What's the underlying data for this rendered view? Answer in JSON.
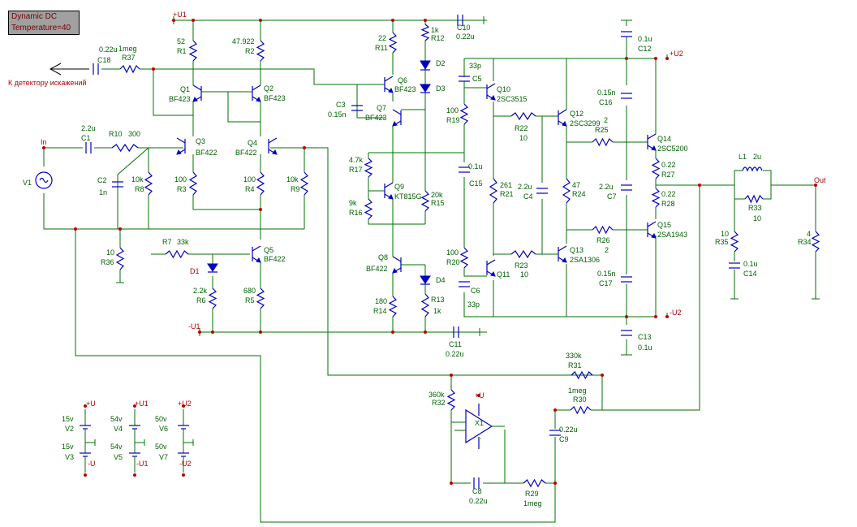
{
  "info": {
    "line1": "Dynamic DC",
    "line2": "Temperature=40"
  },
  "labels": {
    "u1_top": "+U1",
    "u2_top": "+U2",
    "u1_bot": "-U1",
    "u2_bot": "-U2",
    "detector": "К детектору искажений",
    "in": "In",
    "out": "Out",
    "R1": "R1",
    "R1v": "52",
    "R2": "R2",
    "R2v": "47.922",
    "R3": "R3",
    "R3v": "100",
    "R4": "R4",
    "R4v": "100",
    "R5": "R5",
    "R5v": "680",
    "R6": "R6",
    "R6v": "2.2k",
    "R7": "R7",
    "R7v": "33k",
    "R8": "R8",
    "R8v": "10k",
    "R9": "R9",
    "R9v": "10k",
    "R10": "R10",
    "R10v": "300",
    "R11": "R11",
    "R11v": "22",
    "R12": "R12",
    "R12v": "1k",
    "R13": "R13",
    "R13v": "1k",
    "R14": "R14",
    "R14v": "180",
    "R15": "R15",
    "R15v": "20k",
    "R16": "R16",
    "R16v": "9k",
    "R17": "R17",
    "R17v": "4.7k",
    "R19": "R19",
    "R19v": "100",
    "R20": "R20",
    "R20v": "100",
    "R21": "R21",
    "R21v": "261",
    "R22": "R22",
    "R22v": "10",
    "R23": "R23",
    "R23v": "10",
    "R24": "R24",
    "R24v": "47",
    "R25": "R25",
    "R25v": "2",
    "R26": "R26",
    "R26v": "2",
    "R27": "R27",
    "R27v": "0.22",
    "R28": "R28",
    "R28v": "0.22",
    "R29": "R29",
    "R29v": "1meg",
    "R30": "R30",
    "R30v": "1meg",
    "R31": "R31",
    "R31v": "330k",
    "R32": "R32",
    "R32v": "360k",
    "R33": "R33",
    "R33v": "10",
    "R34": "R34",
    "R34v": "4",
    "R35": "R35",
    "R35v": "10",
    "R36": "R36",
    "R36v": "10",
    "R37": "R37",
    "R37v": "1meg",
    "C1": "C1",
    "C1v": "2.2u",
    "C2": "C2",
    "C2v": "1n",
    "C3": "C3",
    "C3v": "0.15n",
    "C4": "C4",
    "C4v": "2.2u",
    "C5": "C5",
    "C5v": "33p",
    "C6": "C6",
    "C6v": "33p",
    "C7": "C7",
    "C7v": "2.2u",
    "C8": "C8",
    "C8v": "0.22u",
    "C9": "C9",
    "C9v": "0.22u",
    "C10": "C10",
    "C10v": "0.22u",
    "C11": "C11",
    "C11v": "0.22u",
    "C12": "C12",
    "C12v": "0.1u",
    "C13": "C13",
    "C13v": "0.1u",
    "C14": "C14",
    "C14v": "0.1u",
    "C15": "C15",
    "C15v": "0.1u",
    "C16": "C16",
    "C16v": "0.15n",
    "C17": "C17",
    "C17v": "0.15n",
    "C18": "C18",
    "C18v": "0.22u",
    "D1": "D1",
    "D2": "D2",
    "D3": "D3",
    "D4": "D4",
    "Q1": "Q1",
    "Q1t": "BF423",
    "Q2": "Q2",
    "Q2t": "BF423",
    "Q3": "Q3",
    "Q3t": "BF422",
    "Q4": "Q4",
    "Q4t": "BF422",
    "Q5": "Q5",
    "Q5t": "BF422",
    "Q6": "Q6",
    "Q6t": "BF423",
    "Q7": "Q7",
    "Q7t": "BF423",
    "Q8": "Q8",
    "Q8t": "BF422",
    "Q9": "Q9",
    "Q9t": "KT815G",
    "Q10": "Q10",
    "Q10t": "2SC3515",
    "Q11": "Q11",
    "Q12": "Q12",
    "Q12t": "2SC3299",
    "Q13": "Q13",
    "Q13t": "2SA1306",
    "Q14": "Q14",
    "Q14t": "2SC5200",
    "Q15": "Q15",
    "Q15t": "2SA1943",
    "L1": "L1",
    "L1v": "2u",
    "V1": "V1",
    "X1": "X1",
    "plusU": "+U",
    "V2": "V2",
    "V2v": "15v",
    "V3": "V3",
    "V3v": "15v",
    "V4": "V4",
    "V4v": "54v",
    "V5": "V5",
    "V5v": "54v",
    "V6": "V6",
    "V6v": "50v",
    "V7": "V7",
    "V7v": "50v",
    "pU": "+U",
    "mU": "-U",
    "pU1": "+U1",
    "mU1": "-U1",
    "pU2": "+U2",
    "mU2": "-U2",
    "two": "2"
  }
}
